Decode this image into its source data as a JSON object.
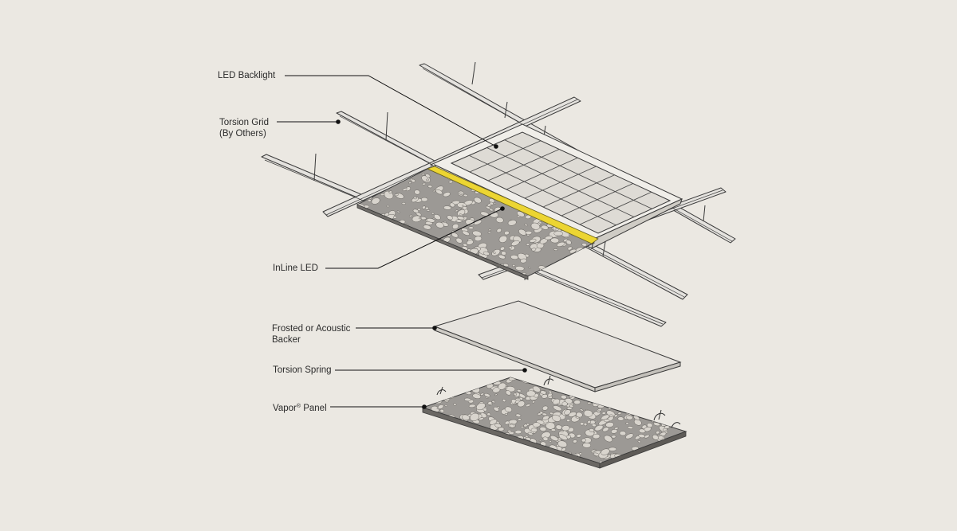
{
  "diagram": {
    "labels": {
      "led_backlight": "LED Backlight",
      "torsion_grid_line1": "Torsion Grid",
      "torsion_grid_line2": "(By Others)",
      "inline_led": "InLine LED",
      "backer_line1": "Frosted or Acoustic",
      "backer_line2": "Backer",
      "torsion_spring": "Torsion Spring",
      "vapor_panel_prefix": "Vapor",
      "vapor_panel_mark": "®",
      "vapor_panel_suffix": " Panel"
    },
    "colors": {
      "background": "#ebe8e2",
      "grid_fill": "#e4e2de",
      "stroke": "#3a3a3a",
      "panel_fill": "#9c9995",
      "perforation": "#d8d4cd",
      "led_strip": "#ecd532",
      "backer_fill": "#e6e3de"
    }
  }
}
